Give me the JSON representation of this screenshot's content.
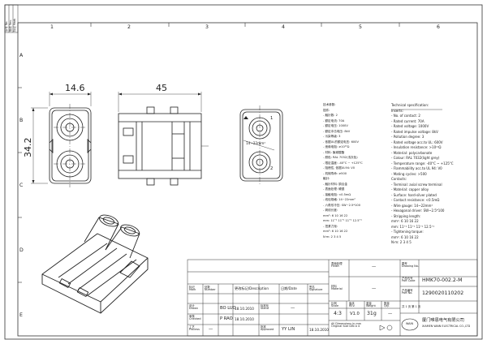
{
  "frame": {
    "columns_top": [
      "1",
      "2",
      "3",
      "4",
      "5",
      "6"
    ],
    "rows_side": [
      "A",
      "B",
      "C",
      "D",
      "E"
    ],
    "revision_block": {
      "no": "序号\nNo.",
      "rev": "修改\nRev.",
      "mark": "标记\nMark"
    }
  },
  "dimensions": {
    "width": "14.6",
    "length": "45",
    "height": "34.2"
  },
  "view_labels": {
    "pin1": "1",
    "pin2": "2",
    "wire_range": "14~22mm²"
  },
  "spec_cn": [
    "技术参数:",
    "插件:",
    "- 触针数: 2",
    "- 额定电流: 70A",
    "- 额定电压: 1000V",
    "- 额定冲击电压: 8kV",
    "- 污染等级: 3",
    "- 依据UL的额定电压: 600V",
    "- 绝缘电阻: ≥10¹⁰Ω",
    "- 材料: 聚碳酸酯",
    "- 颜色: RAL 7032(浅灰色)",
    "- 限定温度: -40°C ~ +125°C",
    "- 阻燃性, 依据UL94: V0",
    "- 机械寿命: ≥500",
    "触针:",
    "- 触针材料: 铜合金",
    "- 表面处理: 硬银",
    "- 接触电阻: <0.5mΩ",
    "- 线径规格: 14~22mm²",
    "- 六角形冷压: SW~2.5*100",
    "- 剥线长度:",
    "  mm²: 6  10  16  22",
    "  mm: 11⁺¹ 11⁺¹ 11⁺¹ 12.5⁺¹",
    "- 扭紧力矩:",
    "  mm²: 6  10  16  22",
    "  N·m: 2  3  4  5"
  ],
  "spec_en": [
    "Technical specification:",
    "Inserts:",
    "- No. of contact: 2",
    "- Rated current: 70A",
    "- Rated voltage: 1000V",
    "- Rated impulse voltage: 8kV",
    "- Pollution degree: 3",
    "- Rated voltage acc.to UL: 600V",
    "- Insulation resistance: >10¹⁰Ω",
    "- Material: polycarbonate",
    "- Colour: RAL 7032(light grey)",
    "- Temperature range: -40°C ~ +125°C",
    "- Flammability acc.to UL 94: V0",
    "- Mating cycles: >500",
    "Contacts:",
    "- Terminal: axial screw terminal",
    "- Material: copper alloy",
    "- Surface: hard-silver plated",
    "- Contact resistance: <0.5mΩ",
    "- Wire gauge: 14~22mm²",
    "- Hexagonal driver: SW~2.5*100",
    "- Stripping length:",
    "  mm²: 6   10   16   22",
    "  mm: 11⁺¹ 11⁺¹ 11⁺¹ 12.5⁺¹",
    "- Tightening torque:",
    "  mm²: 6   10   16   22",
    "  N·m: 2   3   4   5"
  ],
  "title_block": {
    "finish_label": "表面处理\nFinish",
    "finish_value": "—",
    "material_label": "材料\nMaterial",
    "material_value": "—",
    "drawing_no_label": "图号\nDrawing No.",
    "drawing_no_value": "",
    "part_code_label": "产品代号\nPart Code",
    "part_code_value": "HMK70-002.2-M",
    "part_no_label": "产品编号\nPart No.",
    "part_no_value": "1290020110202",
    "scale_label": "比例\nScale",
    "scale_value": "4:3",
    "rev_label": "版本\nREV.",
    "rev_value": "V1.0",
    "weight_label": "重量\nWeight",
    "weight_value": "31g",
    "qty_label": "数量\nQty.",
    "qty_value": "—",
    "tolerance_note": "All Dimensions in mm\nOriginal Size DIN A 4",
    "company_cn": "厦门唯恩电气有限公司",
    "company_en": "XIAMEN WAIN ELECTRICAL CO.,LTD",
    "logo_text": "WAIN",
    "rows": {
      "header": {
        "mark": "标记\nMark",
        "number": "处数\nNumber",
        "change": "更改标记/Description",
        "date": "日期/Date",
        "signature": "签名\nSignature",
        "date2": "日期\nDate"
      },
      "drawn": {
        "label": "设计\nDrawn",
        "name": "BO LUO",
        "date": "18.10.2010",
        "role": "标准化\nStand",
        "role_name": "",
        "role_date": ""
      },
      "checked": {
        "label": "审核\nChecked",
        "name": "P RAO",
        "date": "18.10.2010",
        "role": "",
        "role_name": "",
        "role_date": ""
      },
      "process": {
        "label": "工艺\nProcess",
        "name": "",
        "date": "",
        "role": "批准\nApproved",
        "role_name": "YY LIN",
        "role_date": "18.10.2010"
      }
    },
    "page": "共 1 页  第 1 页"
  }
}
